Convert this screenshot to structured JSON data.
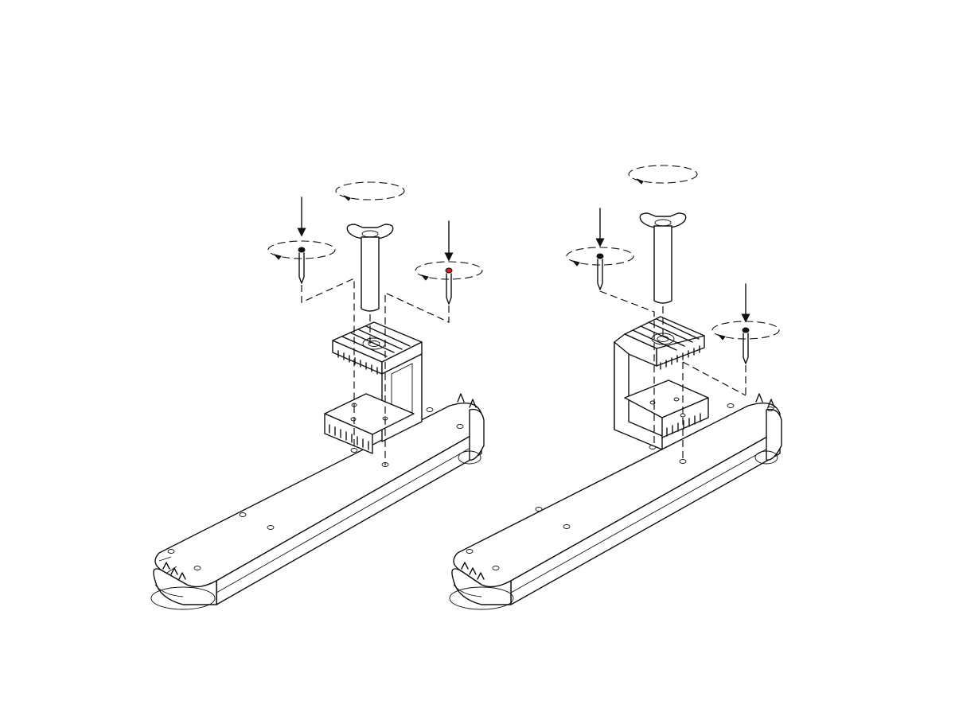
{
  "figure": {
    "type": "exploded-assembly-diagram",
    "panels": [
      {
        "name": "mount-variant-left",
        "screws": 2,
        "accent_hole_color": "#cc2222"
      },
      {
        "name": "mount-variant-right",
        "screws": 2
      }
    ],
    "colors": {
      "line": "#111111",
      "background": "#ffffff",
      "accent": "#cc2222"
    }
  }
}
